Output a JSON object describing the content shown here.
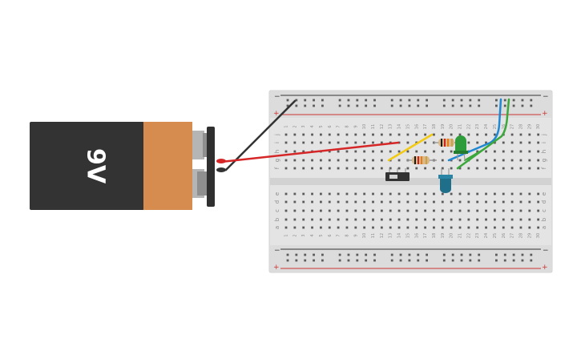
{
  "battery": {
    "label": "9V",
    "body_color": "#333333",
    "cap_color": "#d68c4f"
  },
  "breadboard": {
    "columns": 30,
    "top_rows": [
      "j",
      "i",
      "h",
      "g",
      "f"
    ],
    "bottom_rows": [
      "e",
      "d",
      "c",
      "b",
      "a"
    ],
    "rail_negative": "−",
    "rail_positive": "+",
    "rail_negative_color": "#333333",
    "rail_positive_color": "#cc3333"
  },
  "components": {
    "resistor_color_bands": [
      "#1a1a1a",
      "#d02020",
      "#e87a1a",
      "#c9a24a"
    ],
    "green_led_color": "#2e9c3a",
    "blue_led_color": "#1f6f8b",
    "switch_color": "#333333"
  },
  "wires": {
    "battery_positive": "#d62728",
    "battery_negative": "#333333",
    "yellow": "#f2c914",
    "blue": "#1f88d2",
    "green": "#3ca83c"
  }
}
